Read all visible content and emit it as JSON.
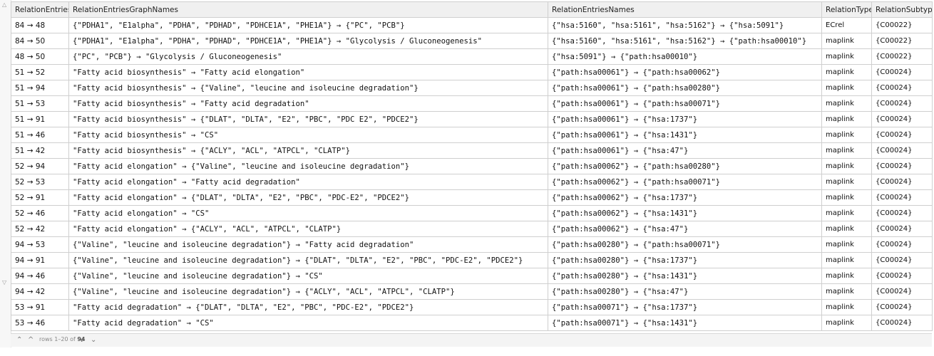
{
  "headers": [
    "RelationEntries",
    "RelationEntriesGraphNames",
    "RelationEntriesNames",
    "RelationType",
    "RelationSubtype"
  ],
  "rows": [
    [
      "84 → 48",
      "{\"PDHA1\", \"E1alpha\", \"PDHA\", \"PDHAD\", \"PDHCE1A\", \"PHE1A\"} → {\"PC\", \"PCB\"}",
      "{\"hsa:5160\", \"hsa:5161\", \"hsa:5162\"} → {\"hsa:5091\"}",
      "ECrel",
      "{C00022}"
    ],
    [
      "84 → 50",
      "{\"PDHA1\", \"E1alpha\", \"PDHA\", \"PDHAD\", \"PDHCE1A\", \"PHE1A\"} → \"Glycolysis / Gluconeogenesis\"",
      "{\"hsa:5160\", \"hsa:5161\", \"hsa:5162\"} → {\"path:hsa00010\"}",
      "maplink",
      "{C00022}"
    ],
    [
      "48 → 50",
      "{\"PC\", \"PCB\"} → \"Glycolysis / Gluconeogenesis\"",
      "{\"hsa:5091\"} → {\"path:hsa00010\"}",
      "maplink",
      "{C00022}"
    ],
    [
      "51 → 52",
      "\"Fatty acid biosynthesis\" → \"Fatty acid elongation\"",
      "{\"path:hsa00061\"} → {\"path:hsa00062\"}",
      "maplink",
      "{C00024}"
    ],
    [
      "51 → 94",
      "\"Fatty acid biosynthesis\" → {\"Valine\", \"leucine and isoleucine degradation\"}",
      "{\"path:hsa00061\"} → {\"path:hsa00280\"}",
      "maplink",
      "{C00024}"
    ],
    [
      "51 → 53",
      "\"Fatty acid biosynthesis\" → \"Fatty acid degradation\"",
      "{\"path:hsa00061\"} → {\"path:hsa00071\"}",
      "maplink",
      "{C00024}"
    ],
    [
      "51 → 91",
      "\"Fatty acid biosynthesis\" → {\"DLAT\", \"DLTA\", \"E2\", \"PBC\", \"PDC E2\", \"PDCE2\"}",
      "{\"path:hsa00061\"} → {\"hsa:1737\"}",
      "maplink",
      "{C00024}"
    ],
    [
      "51 → 46",
      "\"Fatty acid biosynthesis\" → \"CS\"",
      "{\"path:hsa00061\"} → {\"hsa:1431\"}",
      "maplink",
      "{C00024}"
    ],
    [
      "51 → 42",
      "\"Fatty acid biosynthesis\" → {\"ACLY\", \"ACL\", \"ATPCL\", \"CLATP\"}",
      "{\"path:hsa00061\"} → {\"hsa:47\"}",
      "maplink",
      "{C00024}"
    ],
    [
      "52 → 94",
      "\"Fatty acid elongation\" → {\"Valine\", \"leucine and isoleucine degradation\"}",
      "{\"path:hsa00062\"} → {\"path:hsa00280\"}",
      "maplink",
      "{C00024}"
    ],
    [
      "52 → 53",
      "\"Fatty acid elongation\" → \"Fatty acid degradation\"",
      "{\"path:hsa00062\"} → {\"path:hsa00071\"}",
      "maplink",
      "{C00024}"
    ],
    [
      "52 → 91",
      "\"Fatty acid elongation\" → {\"DLAT\", \"DLTA\", \"E2\", \"PBC\", \"PDC-E2\", \"PDCE2\"}",
      "{\"path:hsa00062\"} → {\"hsa:1737\"}",
      "maplink",
      "{C00024}"
    ],
    [
      "52 → 46",
      "\"Fatty acid elongation\" → \"CS\"",
      "{\"path:hsa00062\"} → {\"hsa:1431\"}",
      "maplink",
      "{C00024}"
    ],
    [
      "52 → 42",
      "\"Fatty acid elongation\" → {\"ACLY\", \"ACL\", \"ATPCL\", \"CLATP\"}",
      "{\"path:hsa00062\"} → {\"hsa:47\"}",
      "maplink",
      "{C00024}"
    ],
    [
      "94 → 53",
      "{\"Valine\", \"leucine and isoleucine degradation\"} → \"Fatty acid degradation\"",
      "{\"path:hsa00280\"} → {\"path:hsa00071\"}",
      "maplink",
      "{C00024}"
    ],
    [
      "94 → 91",
      "{\"Valine\", \"leucine and isoleucine degradation\"} → {\"DLAT\", \"DLTA\", \"E2\", \"PBC\", \"PDC-E2\", \"PDCE2\"}",
      "{\"path:hsa00280\"} → {\"hsa:1737\"}",
      "maplink",
      "{C00024}"
    ],
    [
      "94 → 46",
      "{\"Valine\", \"leucine and isoleucine degradation\"} → \"CS\"",
      "{\"path:hsa00280\"} → {\"hsa:1431\"}",
      "maplink",
      "{C00024}"
    ],
    [
      "94 → 42",
      "{\"Valine\", \"leucine and isoleucine degradation\"} → {\"ACLY\", \"ACL\", \"ATPCL\", \"CLATP\"}",
      "{\"path:hsa00280\"} → {\"hsa:47\"}",
      "maplink",
      "{C00024}"
    ],
    [
      "53 → 91",
      "\"Fatty acid degradation\" → {\"DLAT\", \"DLTA\", \"E2\", \"PBC\", \"PDC-E2\", \"PDCE2\"}",
      "{\"path:hsa00071\"} → {\"hsa:1737\"}",
      "maplink",
      "{C00024}"
    ],
    [
      "53 → 46",
      "\"Fatty acid degradation\" → \"CS\"",
      "{\"path:hsa00071\"} → {\"hsa:1431\"}",
      "maplink",
      "{C00024}"
    ]
  ],
  "footer": {
    "first_icon": "first-page-icon",
    "prev_icon": "prev-page-icon",
    "rows_label": "rows 1–20 of",
    "total": "94",
    "next_icon": "next-page-icon",
    "last_icon": "last-page-icon"
  }
}
